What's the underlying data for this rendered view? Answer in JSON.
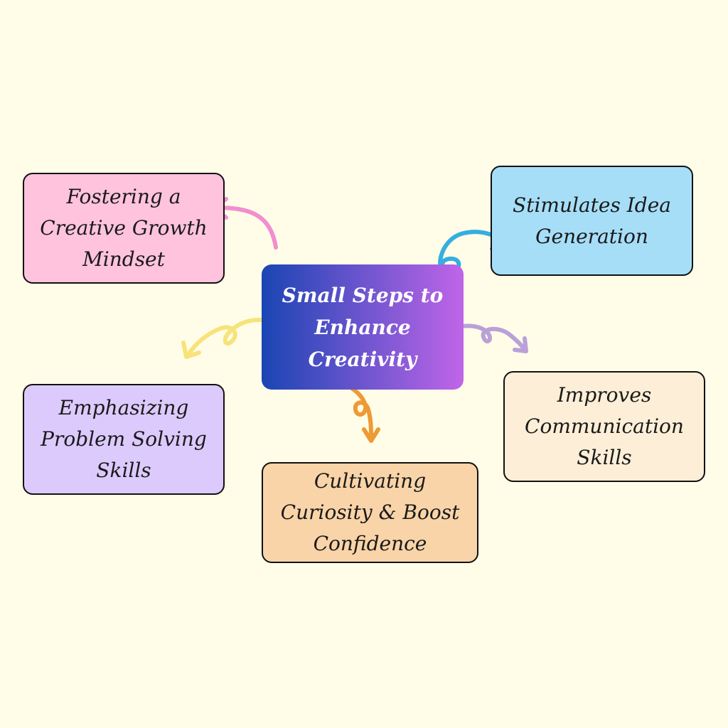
{
  "background": "#FFFDE8",
  "center": {
    "lines": [
      "Small Steps to",
      "Enhance",
      "Creativity"
    ],
    "gradient_start": "#1A45B4",
    "gradient_end": "#C065E8"
  },
  "nodes": [
    {
      "id": "fostering",
      "lines": [
        "Fostering a",
        "Creative Growth",
        "Mindset"
      ],
      "fill": "#FFC3DD",
      "arrow_color": "#F28ECF"
    },
    {
      "id": "stimulates",
      "lines": [
        "Stimulates Idea",
        "Generation"
      ],
      "fill": "#A6DEF8",
      "arrow_color": "#35AEE0"
    },
    {
      "id": "emphasizing",
      "lines": [
        "Emphasizing",
        "Problem Solving",
        "Skills"
      ],
      "fill": "#DCCAFD",
      "arrow_color": "#F7E37A"
    },
    {
      "id": "improves",
      "lines": [
        "Improves",
        "Communication",
        "Skills"
      ],
      "fill": "#FDEFD7",
      "arrow_color": "#B9A1D8"
    },
    {
      "id": "cultivating",
      "lines": [
        "Cultivating",
        "Curiosity & Boost",
        "Confidence"
      ],
      "fill": "#F9D4A8",
      "arrow_color": "#EE9A35"
    }
  ],
  "border_color": "#111111"
}
